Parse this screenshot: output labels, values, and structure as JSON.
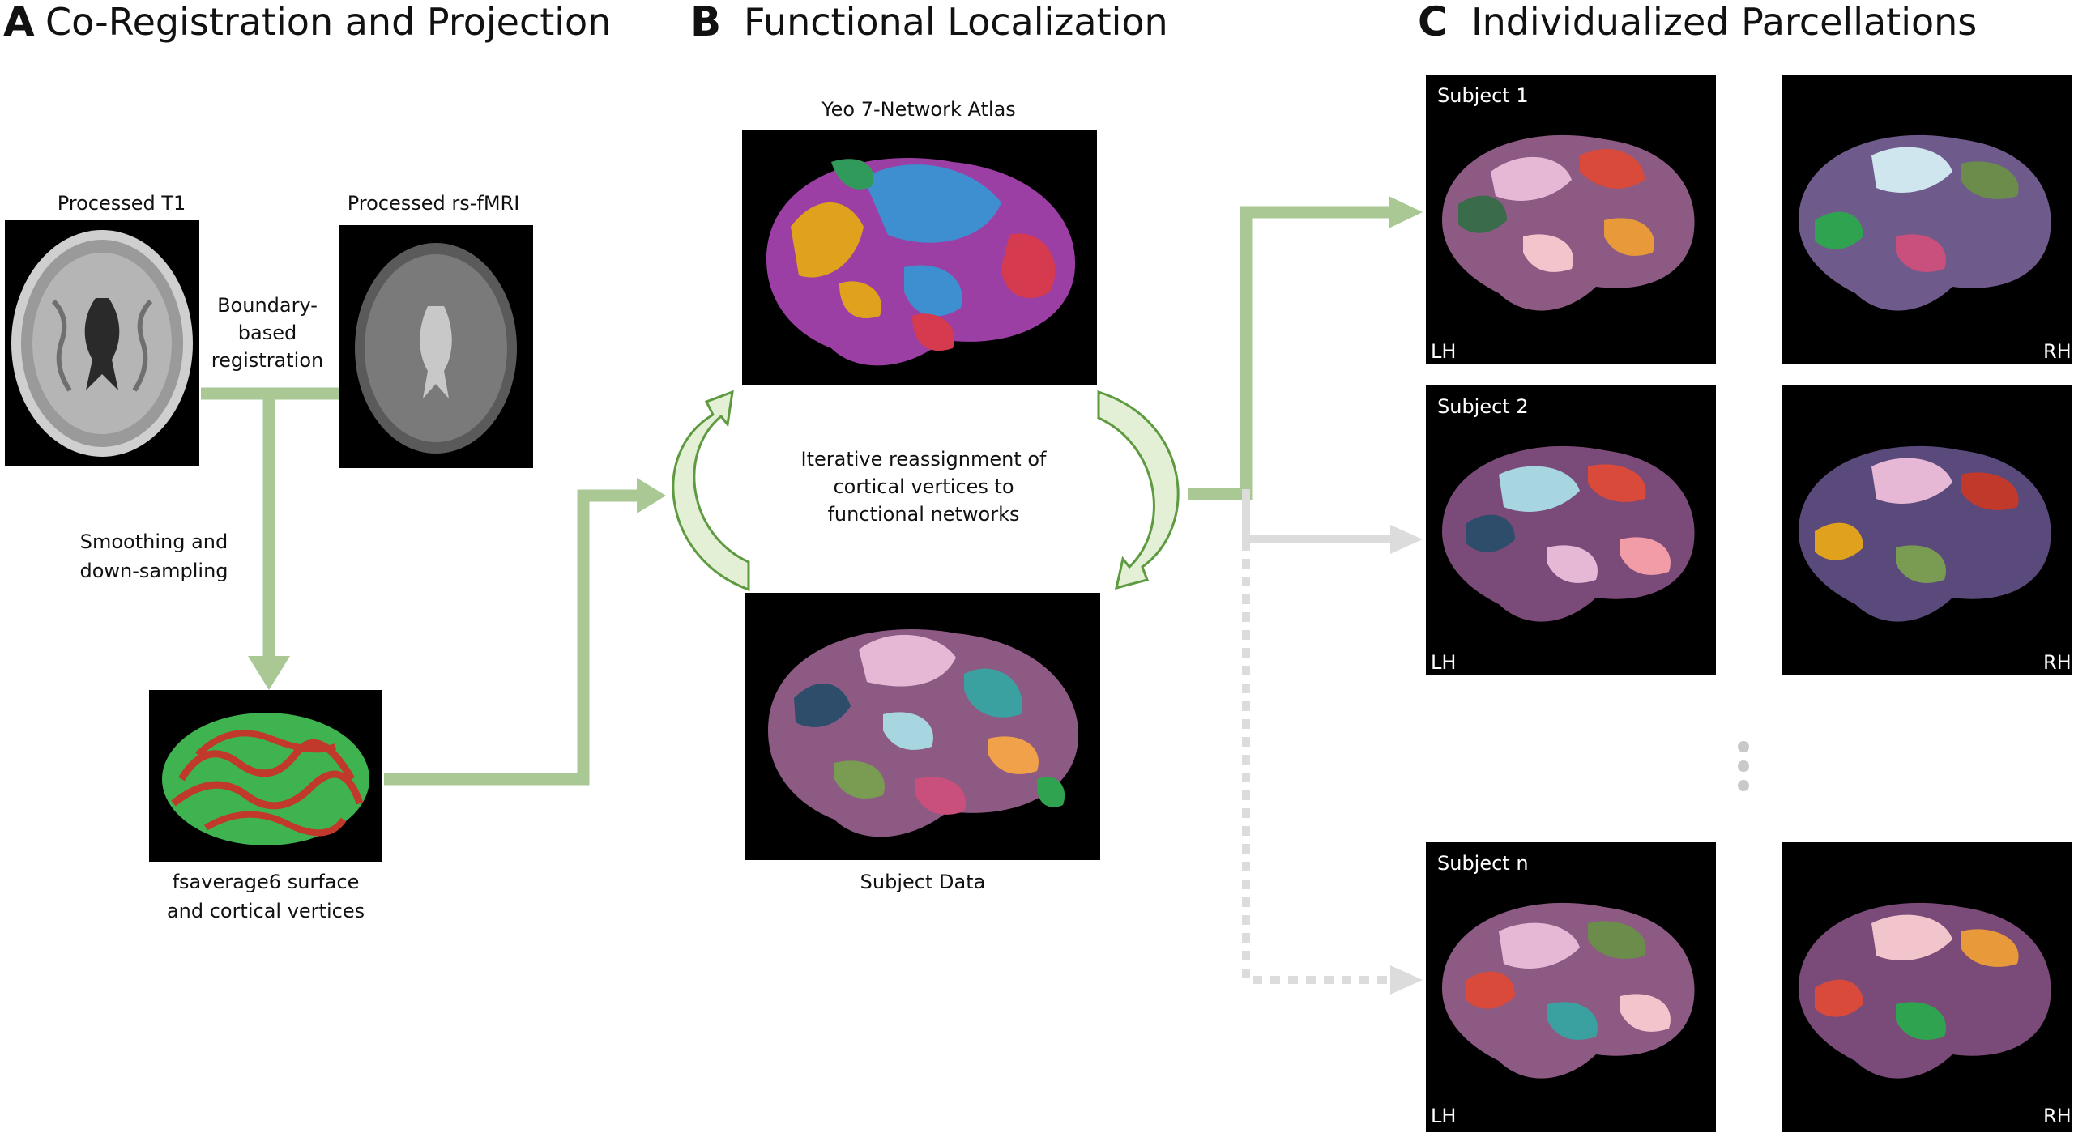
{
  "panels": {
    "a": {
      "letter": "A",
      "title": "Co-Registration and Projection"
    },
    "b": {
      "letter": "B",
      "title": "Functional Localization"
    },
    "c": {
      "letter": "C",
      "title": "Individualized Parcellations"
    }
  },
  "panel_a": {
    "t1_label": "Processed T1",
    "fmri_label": "Processed rs-fMRI",
    "registration_line1": "Boundary-",
    "registration_line2": "based",
    "registration_line3": "registration",
    "smoothing_line1": "Smoothing and",
    "smoothing_line2": "down-sampling",
    "surface_line1": "fsaverage6 surface",
    "surface_line2": "and cortical vertices"
  },
  "panel_b": {
    "atlas_label": "Yeo 7-Network Atlas",
    "iter_line1": "Iterative reassignment of",
    "iter_line2": "cortical vertices to",
    "iter_line3": "functional networks",
    "subject_data_label": "Subject Data"
  },
  "panel_c": {
    "subjects": [
      {
        "name": "Subject 1",
        "lh": "LH",
        "rh": "RH"
      },
      {
        "name": "Subject 2",
        "lh": "LH",
        "rh": "RH"
      },
      {
        "name": "Subject n",
        "lh": "LH",
        "rh": "RH"
      }
    ]
  },
  "colors": {
    "arrow_green": "#a9c894",
    "cycle_fill": "#e3f0d6",
    "cycle_stroke": "#5e9a3f",
    "arrow_grey": "#dcdcdc"
  }
}
